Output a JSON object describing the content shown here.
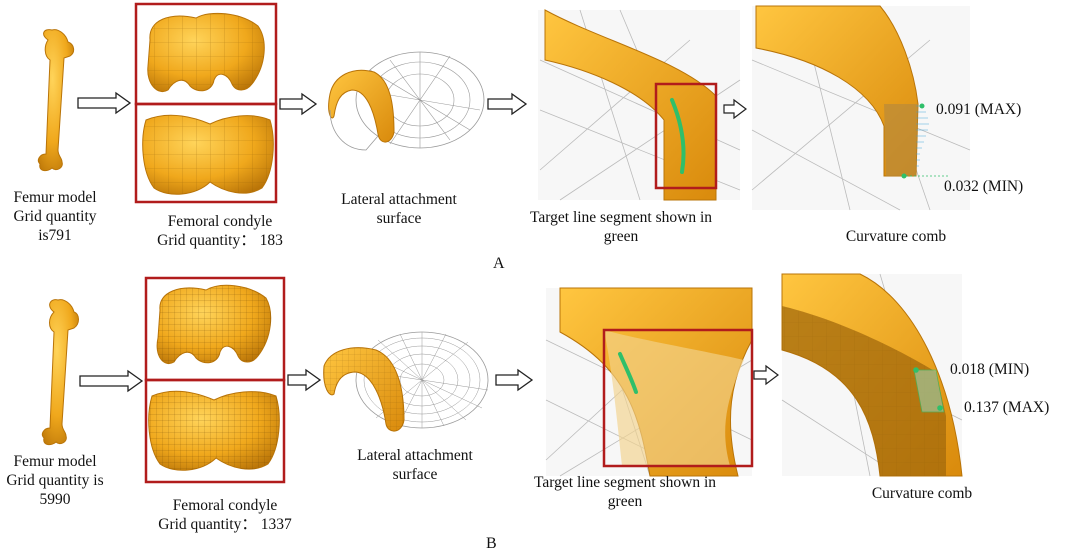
{
  "panels": [
    {
      "letter": "A",
      "femur_label": [
        "Femur model",
        "Grid quantity",
        "is791"
      ],
      "condyle_label": [
        "Femoral condyle",
        "Grid quantity： 183"
      ],
      "surface_label": [
        "Lateral attachment",
        "surface"
      ],
      "target_label": [
        "Target line segment shown in",
        "green"
      ],
      "comb_label": "Curvature comb",
      "comb_max": "0.091 (MAX)",
      "comb_min": "0.032 (MIN)"
    },
    {
      "letter": "B",
      "femur_label": [
        "Femur model",
        "Grid quantity is",
        "5990"
      ],
      "condyle_label": [
        "Femoral condyle",
        "Grid quantity： 1337"
      ],
      "surface_label": [
        "Lateral attachment",
        "surface"
      ],
      "target_label": [
        "Target line segment shown in",
        "green"
      ],
      "comb_label": "Curvature comb",
      "comb_min": "0.018 (MIN)",
      "comb_max": "0.137 (MAX)"
    }
  ],
  "colors": {
    "bone": "#f0a81c",
    "bone_dark": "#c8820a",
    "frame": "#b11c1c",
    "highlight": "#2fbf6a",
    "mesh": "#9a9a9a"
  }
}
